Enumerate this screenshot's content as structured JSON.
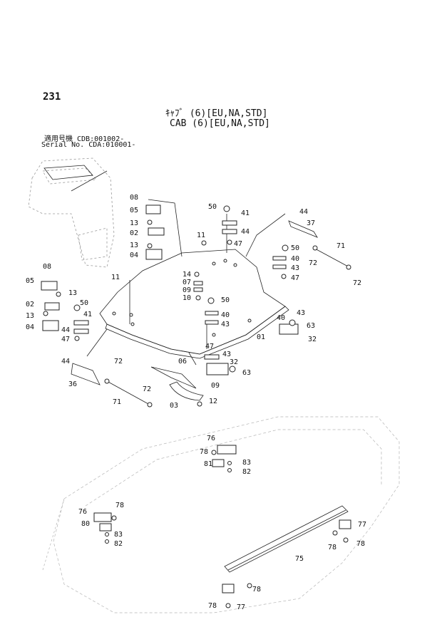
{
  "header": {
    "page_number": "231",
    "title_jp": "ｷｬﾌﾞ (6)[EU,NA,STD]",
    "title_en": "CAB (6)[EU,NA,STD]",
    "serial_jp": "適用号機 CDB:001002-",
    "serial_en": "Serial No. CDA:010001-"
  },
  "callouts": [
    {
      "id": "c1",
      "text": "08"
    },
    {
      "id": "c2",
      "text": "05"
    },
    {
      "id": "c3",
      "text": "13"
    },
    {
      "id": "c4",
      "text": "02"
    },
    {
      "id": "c5",
      "text": "13"
    },
    {
      "id": "c6",
      "text": "04"
    },
    {
      "id": "c7",
      "text": "50"
    },
    {
      "id": "c8",
      "text": "41"
    },
    {
      "id": "c9",
      "text": "44"
    },
    {
      "id": "c10",
      "text": "47"
    },
    {
      "id": "c11",
      "text": "11"
    },
    {
      "id": "c12",
      "text": "44"
    },
    {
      "id": "c13",
      "text": "37"
    },
    {
      "id": "c14",
      "text": "71"
    },
    {
      "id": "c15",
      "text": "72"
    },
    {
      "id": "c16",
      "text": "72"
    },
    {
      "id": "c17",
      "text": "50"
    },
    {
      "id": "c18",
      "text": "40"
    },
    {
      "id": "c19",
      "text": "43"
    },
    {
      "id": "c20",
      "text": "47"
    },
    {
      "id": "c21",
      "text": "08"
    },
    {
      "id": "c22",
      "text": "05"
    },
    {
      "id": "c23",
      "text": "13"
    },
    {
      "id": "c24",
      "text": "02"
    },
    {
      "id": "c25",
      "text": "13"
    },
    {
      "id": "c26",
      "text": "04"
    },
    {
      "id": "c27",
      "text": "11"
    },
    {
      "id": "c28",
      "text": "14"
    },
    {
      "id": "c29",
      "text": "07"
    },
    {
      "id": "c30",
      "text": "09"
    },
    {
      "id": "c31",
      "text": "10"
    },
    {
      "id": "c32",
      "text": "50"
    },
    {
      "id": "c33",
      "text": "40"
    },
    {
      "id": "c34",
      "text": "43"
    },
    {
      "id": "c35",
      "text": "01"
    },
    {
      "id": "c36",
      "text": "43"
    },
    {
      "id": "c37",
      "text": "40"
    },
    {
      "id": "c38",
      "text": "63"
    },
    {
      "id": "c39",
      "text": "32"
    },
    {
      "id": "c40",
      "text": "50"
    },
    {
      "id": "c41",
      "text": "41"
    },
    {
      "id": "c42",
      "text": "44"
    },
    {
      "id": "c43",
      "text": "47"
    },
    {
      "id": "c44",
      "text": "47"
    },
    {
      "id": "c45",
      "text": "43"
    },
    {
      "id": "c46",
      "text": "32"
    },
    {
      "id": "c47",
      "text": "63"
    },
    {
      "id": "c48",
      "text": "44"
    },
    {
      "id": "c49",
      "text": "36"
    },
    {
      "id": "c50",
      "text": "72"
    },
    {
      "id": "c51",
      "text": "06"
    },
    {
      "id": "c52",
      "text": "09"
    },
    {
      "id": "c53",
      "text": "72"
    },
    {
      "id": "c54",
      "text": "71"
    },
    {
      "id": "c55",
      "text": "03"
    },
    {
      "id": "c56",
      "text": "12"
    },
    {
      "id": "c57",
      "text": "76"
    },
    {
      "id": "c58",
      "text": "78"
    },
    {
      "id": "c59",
      "text": "83"
    },
    {
      "id": "c60",
      "text": "81"
    },
    {
      "id": "c61",
      "text": "82"
    },
    {
      "id": "c62",
      "text": "78"
    },
    {
      "id": "c63",
      "text": "76"
    },
    {
      "id": "c64",
      "text": "80"
    },
    {
      "id": "c65",
      "text": "83"
    },
    {
      "id": "c66",
      "text": "82"
    },
    {
      "id": "c67",
      "text": "77"
    },
    {
      "id": "c68",
      "text": "78"
    },
    {
      "id": "c69",
      "text": "78"
    },
    {
      "id": "c70",
      "text": "75"
    },
    {
      "id": "c71",
      "text": "78"
    },
    {
      "id": "c72",
      "text": "78"
    },
    {
      "id": "c73",
      "text": "77"
    }
  ]
}
